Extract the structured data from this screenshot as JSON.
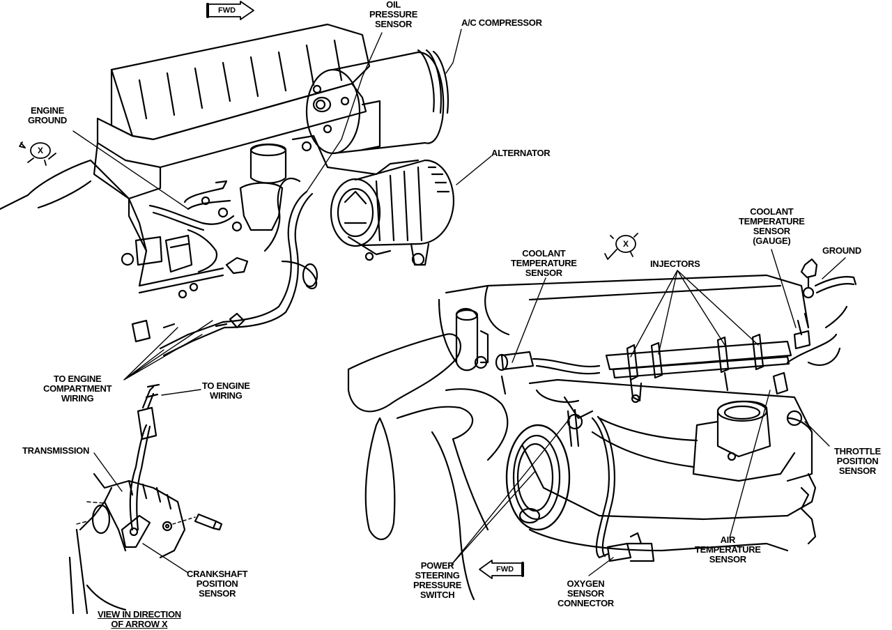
{
  "labels": {
    "oil_pressure_sensor": [
      "OIL",
      "PRESSURE",
      "SENSOR"
    ],
    "ac_compressor": [
      "A/C COMPRESSOR"
    ],
    "engine_ground": [
      "ENGINE",
      "GROUND"
    ],
    "alternator": [
      "ALTERNATOR"
    ],
    "coolant_temp_sensor_gauge": [
      "COOLANT",
      "TEMPERATURE",
      "SENSOR",
      "(GAUGE)"
    ],
    "ground": [
      "GROUND"
    ],
    "coolant_temp_sensor": [
      "COOLANT",
      "TEMPERATURE",
      "SENSOR"
    ],
    "injectors": [
      "INJECTORS"
    ],
    "to_engine_compartment_wiring": [
      "TO ENGINE",
      "COMPARTMENT",
      "WIRING"
    ],
    "to_engine_wiring": [
      "TO ENGINE",
      "WIRING"
    ],
    "transmission": [
      "TRANSMISSION"
    ],
    "throttle_position_sensor": [
      "THROTTLE",
      "POSITION",
      "SENSOR"
    ],
    "crankshaft_position_sensor": [
      "CRANKSHAFT",
      "POSITION",
      "SENSOR"
    ],
    "power_steering_pressure_switch": [
      "POWER",
      "STEERING",
      "PRESSURE",
      "SWITCH"
    ],
    "oxygen_sensor_connector": [
      "OXYGEN",
      "SENSOR",
      "CONNECTOR"
    ],
    "air_temperature_sensor": [
      "AIR",
      "TEMPERATURE",
      "SENSOR"
    ],
    "view_caption": [
      "VIEW IN DIRECTION",
      "OF ARROW X"
    ]
  },
  "markers": {
    "fwd_text": "FWD",
    "arrow_x_text": "X"
  }
}
